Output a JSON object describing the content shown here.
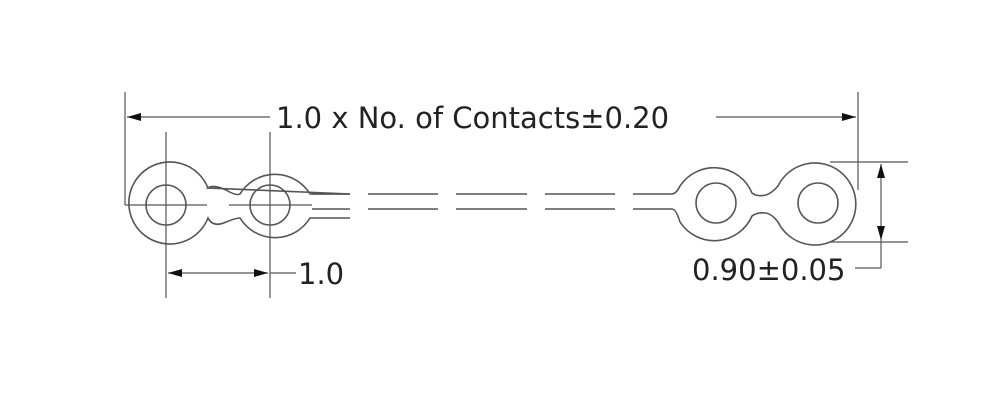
{
  "drawing": {
    "type": "flat flexible cable cross-section",
    "dimensions": {
      "overall_width": "1.0 x No. of Contacts±0.20",
      "pitch": "1.0",
      "thickness": "0.90±0.05"
    },
    "conductors_shown": 4,
    "colors": {
      "line": "#555555",
      "text": "#222222",
      "background": "#ffffff"
    }
  }
}
